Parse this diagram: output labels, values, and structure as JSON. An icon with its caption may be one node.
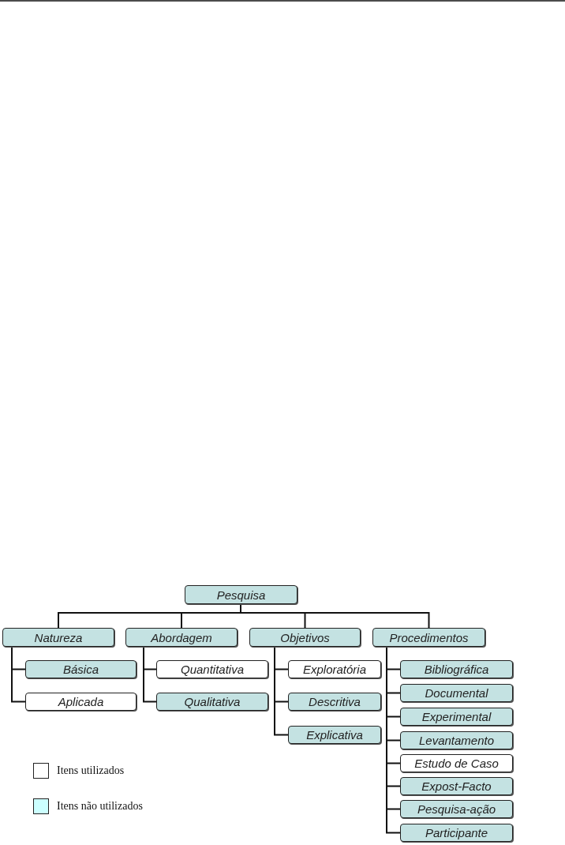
{
  "diagram": {
    "nodes": [
      {
        "text": [
          "Pesquisa"
        ]
      },
      {
        "text": [
          "Natureza"
        ]
      },
      {
        "text": [
          "Abordagem"
        ]
      },
      {
        "text": [
          "Objetivos"
        ]
      },
      {
        "text": [
          "Procedimentos"
        ]
      },
      {
        "text": [
          "Básica"
        ]
      },
      {
        "text": [
          "Aplicada"
        ]
      },
      {
        "text": [
          "Quantitativa"
        ]
      },
      {
        "text": [
          "Qualitativa"
        ]
      },
      {
        "text": [
          "Exploratória"
        ]
      },
      {
        "text": [
          "Descritiva"
        ]
      },
      {
        "text": [
          "Explicativa"
        ]
      },
      {
        "text": [
          "Bibliográfica"
        ]
      },
      {
        "text": [
          "Documental"
        ]
      },
      {
        "text": [
          "Experimental"
        ]
      },
      {
        "text": [
          "Levantamento"
        ]
      },
      {
        "text": [
          "Estudo de Caso"
        ]
      },
      {
        "text": [
          "Expost-Facto"
        ]
      },
      {
        "text": [
          "Pesquisa-ação"
        ]
      },
      {
        "text": [
          "Participante"
        ]
      }
    ],
    "edges": [
      {
        "from": 0,
        "to": 1,
        "arrow": "none"
      },
      {
        "from": 0,
        "to": 2,
        "arrow": "none"
      },
      {
        "from": 0,
        "to": 3,
        "arrow": "none"
      },
      {
        "from": 0,
        "to": 4,
        "arrow": "none"
      },
      {
        "from": 1,
        "to": 5,
        "arrow": "none"
      },
      {
        "from": 1,
        "to": 6,
        "arrow": "none"
      },
      {
        "from": 2,
        "to": 7,
        "arrow": "none"
      },
      {
        "from": 2,
        "to": 8,
        "arrow": "none"
      },
      {
        "from": 3,
        "to": 9,
        "arrow": "none"
      },
      {
        "from": 3,
        "to": 10,
        "arrow": "none"
      },
      {
        "from": 3,
        "to": 11,
        "arrow": "none"
      },
      {
        "from": 4,
        "to": 12,
        "arrow": "none"
      },
      {
        "from": 4,
        "to": 13,
        "arrow": "none"
      },
      {
        "from": 4,
        "to": 14,
        "arrow": "none"
      },
      {
        "from": 4,
        "to": 15,
        "arrow": "none"
      },
      {
        "from": 4,
        "to": 16,
        "arrow": "none"
      },
      {
        "from": 4,
        "to": 17,
        "arrow": "none"
      },
      {
        "from": 4,
        "to": 18,
        "arrow": "none"
      },
      {
        "from": 4,
        "to": 19,
        "arrow": "none"
      }
    ],
    "legend": [
      {
        "text": "Itens utilizados",
        "color": "#ffffff"
      },
      {
        "text": "Itens não utilizados",
        "color": "#ccffff"
      }
    ]
  }
}
